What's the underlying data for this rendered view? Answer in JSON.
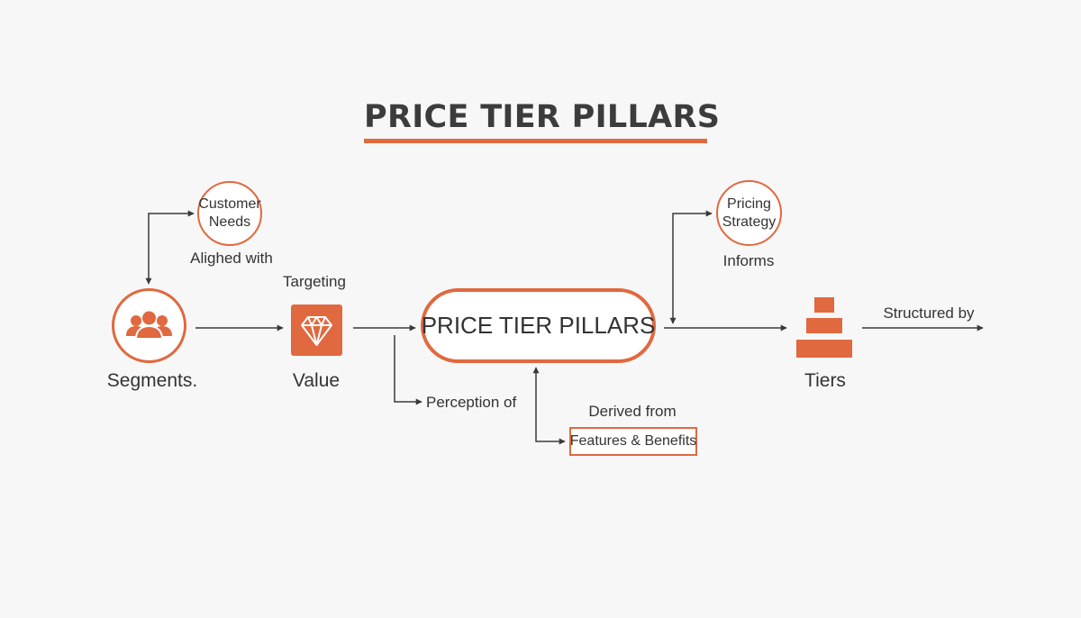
{
  "title": "PRICE TIER PILLARS",
  "center_node": "PRICE TIER PILLARS",
  "nodes": {
    "segments": {
      "label": "Segments.",
      "icon": "people-group-icon"
    },
    "value": {
      "label": "Value",
      "icon": "diamond-icon"
    },
    "tiers": {
      "label": "Tiers",
      "icon": "stacked-tiers-icon"
    },
    "customer_needs": {
      "lines": [
        "Customer",
        "Needs"
      ]
    },
    "pricing_strategy": {
      "lines": [
        "Pricing",
        "Strategy"
      ]
    },
    "features_benefits": "Features & Benefits"
  },
  "edge_labels": {
    "aligned_with": "Alighed with",
    "targeting": "Targeting",
    "perception_of": "Perception of",
    "derived_from": "Derived from",
    "informs": "Informs",
    "structured_by": "Structured by"
  },
  "colors": {
    "accent": "#e0693f",
    "text": "#333333",
    "title": "#3c3c3c",
    "line": "#3a3a3a",
    "background": "#f7f7f7"
  }
}
